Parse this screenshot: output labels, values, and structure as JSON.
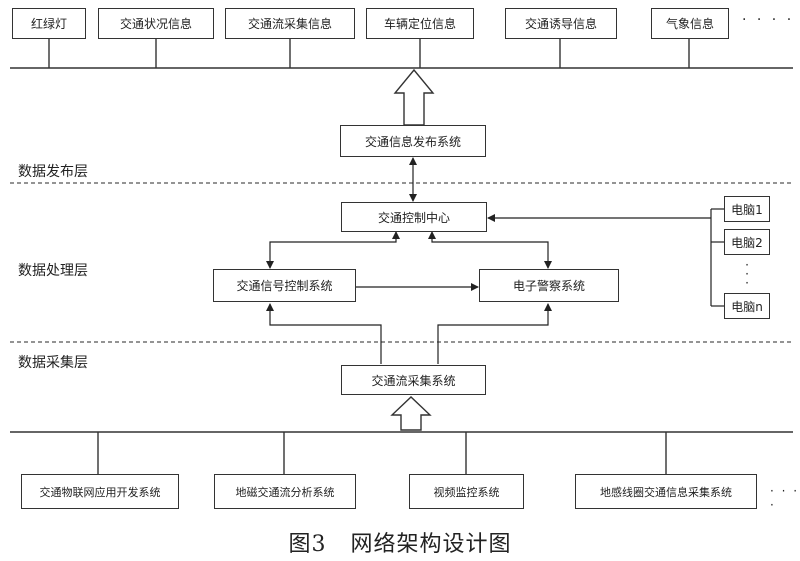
{
  "top_info": [
    "红绿灯",
    "交通状况信息",
    "交通流采集信息",
    "车辆定位信息",
    "交通诱导信息",
    "气象信息"
  ],
  "top_ellipsis": "· · · ·",
  "layers": {
    "publish": "数据发布层",
    "process": "数据处理层",
    "collect": "数据采集层"
  },
  "systems": {
    "publish": "交通信息发布系统",
    "control_center": "交通控制中心",
    "signal_control": "交通信号控制系统",
    "e_police": "电子警察系统",
    "flow_collect": "交通流采集系统"
  },
  "computers": [
    "电脑1",
    "电脑2",
    "电脑n"
  ],
  "computer_dots": "·\n·\n·",
  "bottom_systems": [
    "交通物联网应用开发系统",
    "地磁交通流分析系统",
    "视频监控系统",
    "地感线圈交通信息采集系统"
  ],
  "bottom_ellipsis": "· · · ·",
  "caption": "图3   网络架构设计图"
}
